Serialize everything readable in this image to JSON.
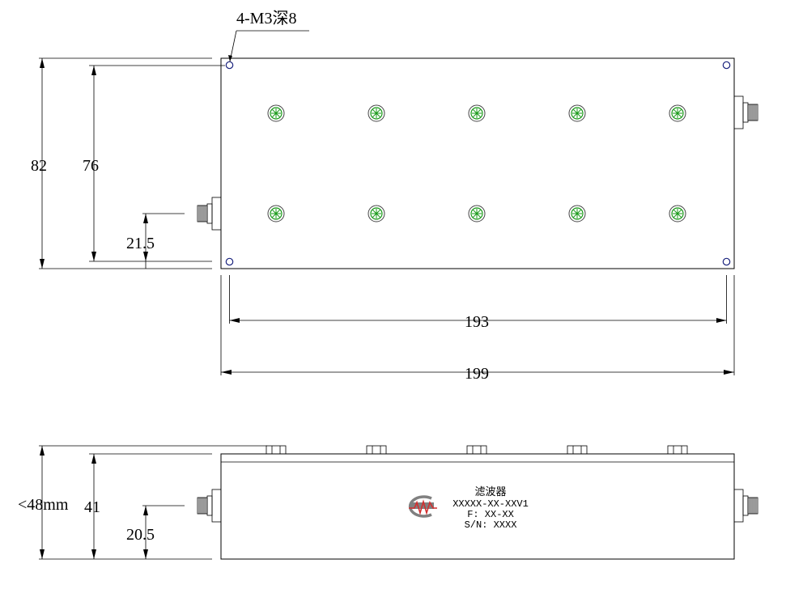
{
  "callout": "4-M3深8",
  "dimensions": {
    "height_outer": "82",
    "height_holes": "76",
    "connector_offset_top": "21.5",
    "hole_spacing": "193",
    "length": "199",
    "side_height_max": "<48mm",
    "side_height": "41",
    "connector_offset_side": "20.5"
  },
  "label": {
    "title": "滤波器",
    "model": "XXXXX-XX-XXV1",
    "freq": "F: XX-XX",
    "serial": "S/N: XXXX"
  },
  "colors": {
    "tuning_screw": "#1a9a1a",
    "mount_hole": "#1a237e",
    "logo_red": "#d32f2f",
    "logo_gray": "#808080"
  },
  "tuning_screw_rows": 2,
  "tuning_screw_columns": 5
}
